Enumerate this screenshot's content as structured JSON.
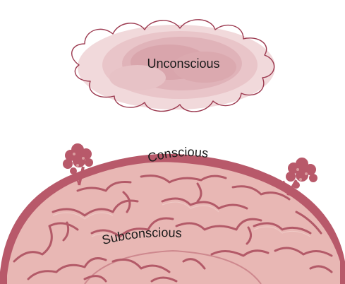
{
  "labels": {
    "unconscious": "Unconscious",
    "conscious": "Conscious",
    "subconscious": "Subconscious"
  },
  "colors": {
    "cloud_outline": "#9c3a50",
    "cloud_fill_light": "#f1d9db",
    "cloud_fill_mid": "#e3b9be",
    "cloud_fill_dark": "#d69ea5",
    "brain_outer": "#b8596a",
    "brain_fill": "#e8b7b4",
    "brain_fold": "#b35a68",
    "text": "#1a1a1a",
    "background": "#ffffff"
  },
  "icons": {
    "cloud": "thought-cloud",
    "brain": "brain-hemisphere",
    "sprouts": "tree-sprout-icon"
  }
}
